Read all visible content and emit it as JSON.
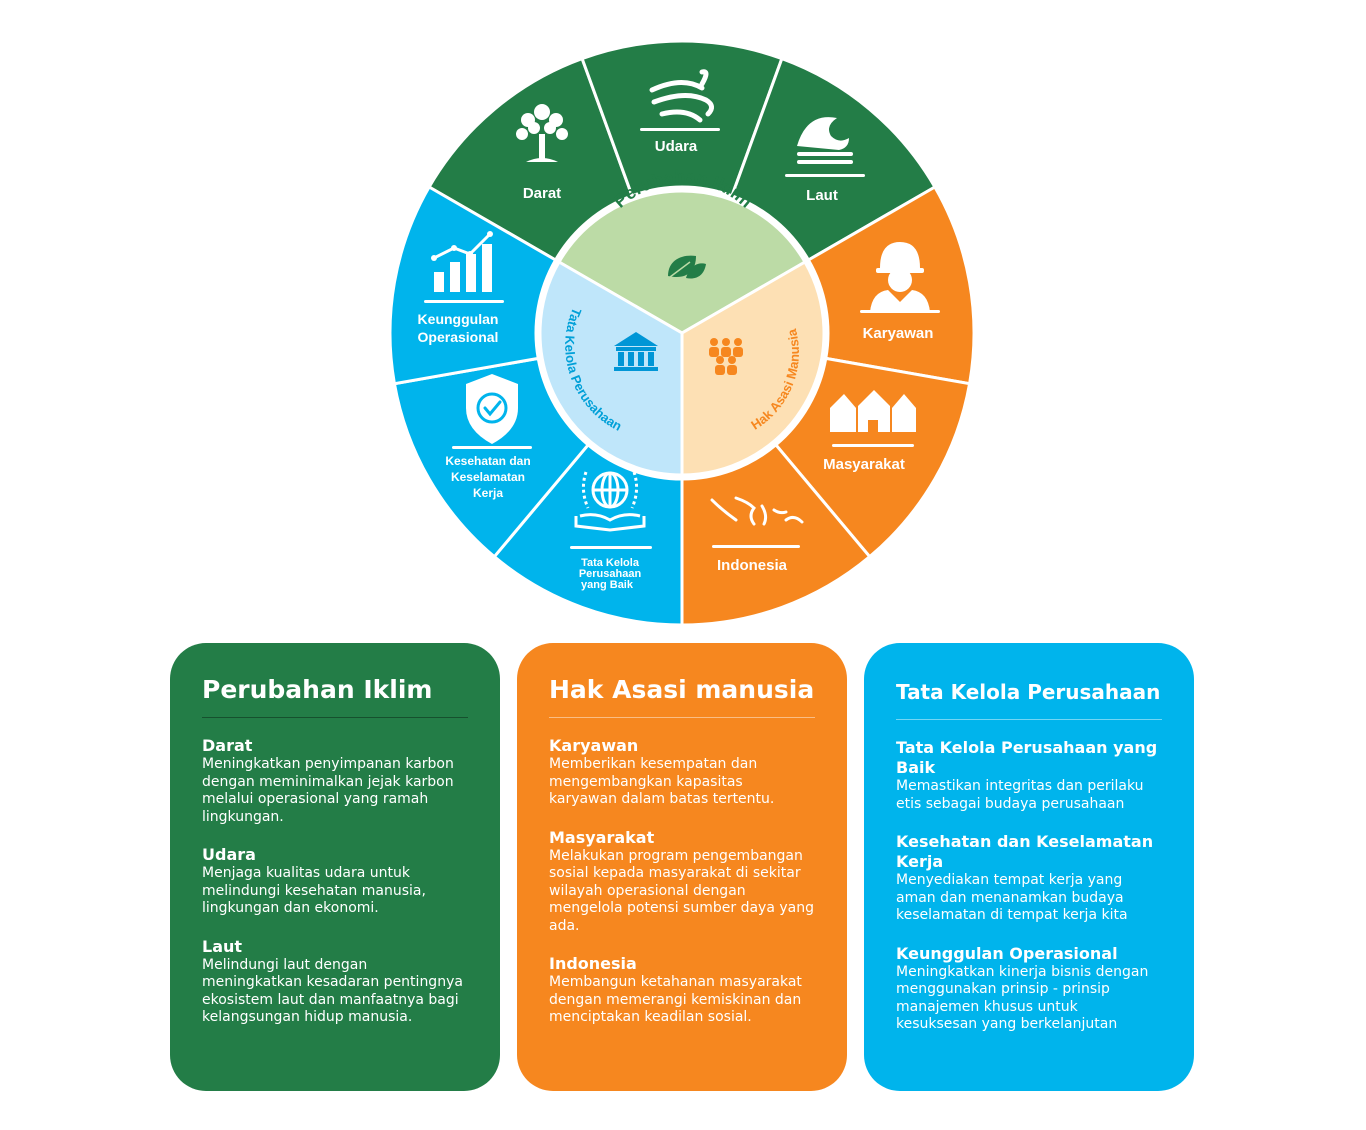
{
  "wheel": {
    "center": {
      "perubahan": "Perubahan Iklim",
      "hak": "Hak Asasi Manusia",
      "tata": "Tata Kelola Perusahaan"
    },
    "segments": {
      "darat": "Darat",
      "udara": "Udara",
      "laut": "Laut",
      "karyawan": "Karyawan",
      "masyarakat": "Masyarakat",
      "indonesia": "Indonesia",
      "tkpb": [
        "Tata Kelola",
        "Perusahaan",
        "yang Baik"
      ],
      "k3": [
        "Kesehatan dan",
        "Keselamatan",
        "Kerja"
      ],
      "keunggulan": [
        "Keunggulan",
        "Operasional"
      ]
    },
    "colors": {
      "green": "#237d47",
      "orange": "#f6871f",
      "blue": "#00b4ec",
      "light_green": "#bcdba6",
      "light_orange": "#fde0b4",
      "light_blue": "#bfe6fa"
    }
  },
  "cards": {
    "perubahan": {
      "title": "Perubahan Iklim",
      "items": [
        {
          "title": "Darat",
          "text": "Meningkatkan penyimpanan karbon dengan meminimalkan jejak karbon melalui operasional yang ramah lingkungan."
        },
        {
          "title": "Udara",
          "text": "Menjaga kualitas udara untuk melindungi kesehatan manusia, lingkungan dan ekonomi."
        },
        {
          "title": "Laut",
          "text": "Melindungi laut dengan meningkatkan kesadaran pentingnya ekosistem laut dan manfaatnya bagi kelangsungan hidup manusia."
        }
      ]
    },
    "hak": {
      "title": "Hak Asasi manusia",
      "items": [
        {
          "title": "Karyawan",
          "text": "Memberikan kesempatan dan mengembangkan kapasitas karyawan dalam batas tertentu."
        },
        {
          "title": "Masyarakat",
          "text": "Melakukan program pengembangan sosial kepada masyarakat di sekitar wilayah operasional dengan mengelola potensi sumber daya yang ada."
        },
        {
          "title": "Indonesia",
          "text": "Membangun ketahanan masyarakat dengan memerangi kemiskinan dan menciptakan keadilan sosial."
        }
      ]
    },
    "tata": {
      "title": "Tata Kelola Perusahaan",
      "items": [
        {
          "title": "Tata Kelola Perusahaan yang Baik",
          "text": "Memastikan integritas dan perilaku etis sebagai budaya perusahaan"
        },
        {
          "title": "Kesehatan dan Keselamatan Kerja",
          "text": "Menyediakan tempat kerja yang aman dan menanamkan budaya keselamatan di tempat kerja kita"
        },
        {
          "title": "Keunggulan Operasional",
          "text": "Meningkatkan kinerja bisnis dengan menggunakan prinsip - prinsip manajemen khusus untuk kesuksesan yang berkelanjutan"
        }
      ]
    }
  }
}
